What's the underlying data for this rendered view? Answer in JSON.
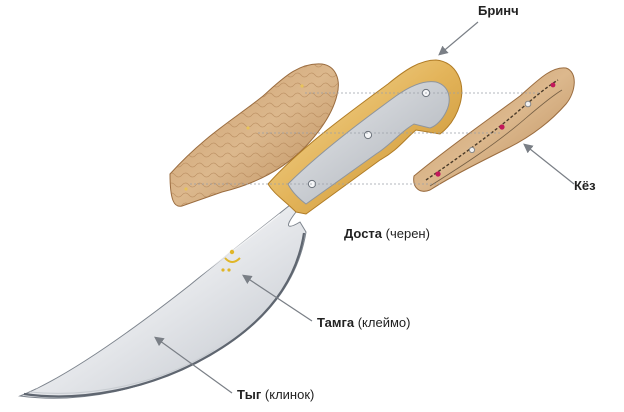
{
  "labels": {
    "brinch": {
      "bold": "Бринч",
      "note": ""
    },
    "kyoz": {
      "bold": "Кёз",
      "note": ""
    },
    "dosta": {
      "bold": "Доста",
      "note": " (черен)"
    },
    "tamga": {
      "bold": "Тамга",
      "note": " (клеймо)"
    },
    "tyg": {
      "bold": "Тыг",
      "note": " (клинок)"
    }
  },
  "colors": {
    "blade_light": "#f2f3f5",
    "blade_dark": "#8e959e",
    "edge": "#5f6670",
    "brass_light": "#f3d9a0",
    "brass_dark": "#c89436",
    "wood_light": "#d9b48a",
    "wood_dark": "#a97a4c",
    "leader": "#7a7f86",
    "gold": "#e0b628",
    "gem_red": "#c2185b"
  }
}
